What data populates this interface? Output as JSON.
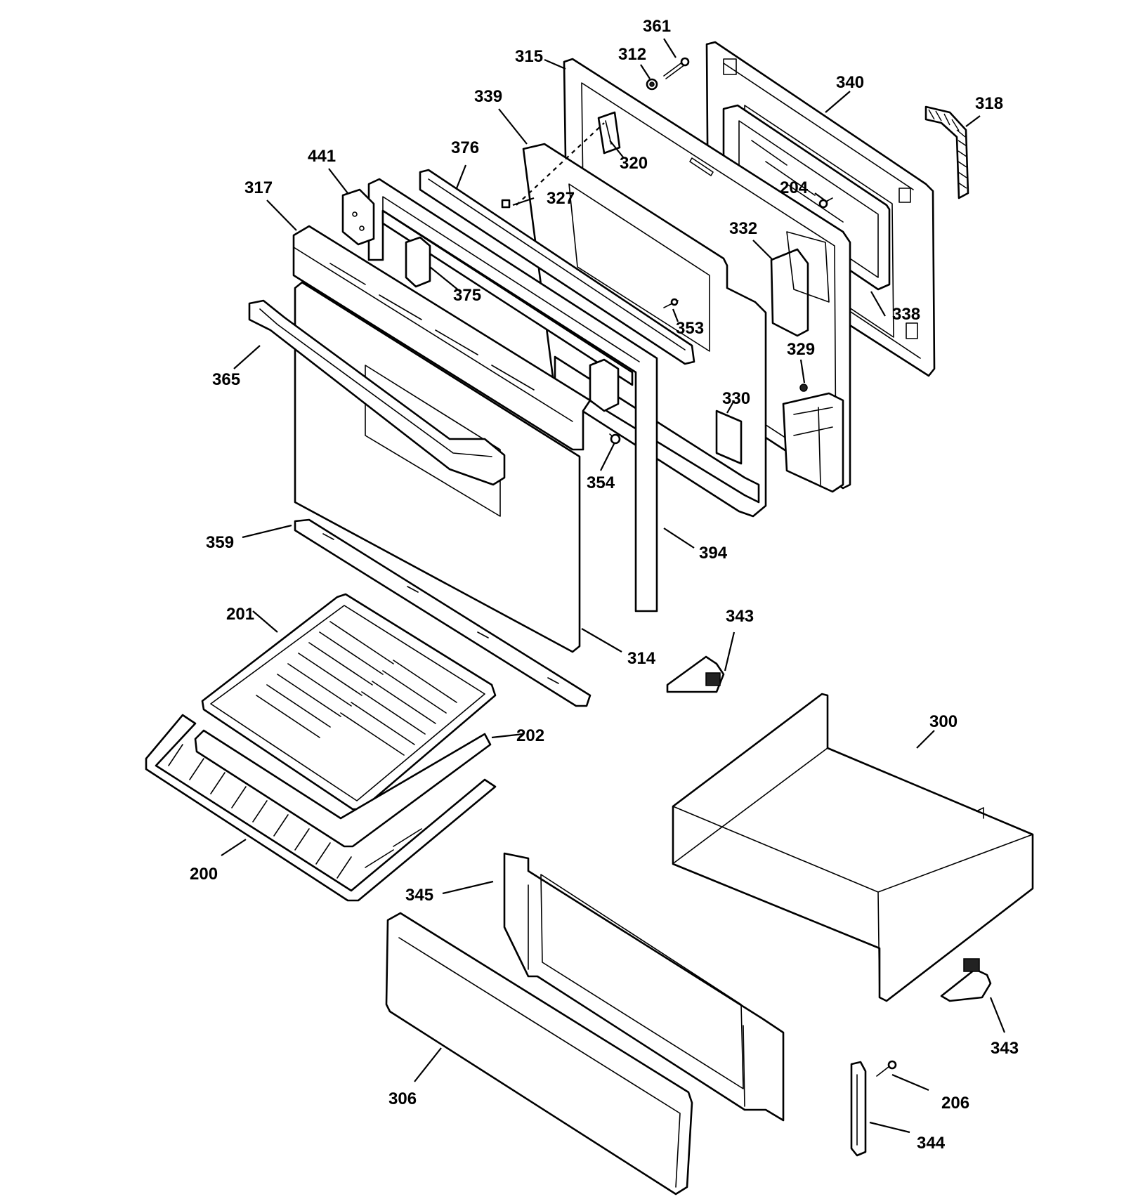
{
  "callouts": {
    "c361": "361",
    "c312": "312",
    "c315": "315",
    "c340": "340",
    "c318": "318",
    "c339": "339",
    "c320": "320",
    "c376": "376",
    "c441": "441",
    "c327": "327",
    "c204": "204",
    "c317": "317",
    "c332": "332",
    "c375": "375",
    "c338": "338",
    "c353": "353",
    "c365": "365",
    "c329": "329",
    "c330": "330",
    "c354": "354",
    "c359": "359",
    "c394": "394",
    "c201": "201",
    "c343a": "343",
    "c314": "314",
    "c300": "300",
    "c202": "202",
    "c200": "200",
    "c345": "345",
    "c343b": "343",
    "c306": "306",
    "c206": "206",
    "c344": "344"
  },
  "colors": {
    "line": "#000000",
    "background": "#ffffff"
  }
}
